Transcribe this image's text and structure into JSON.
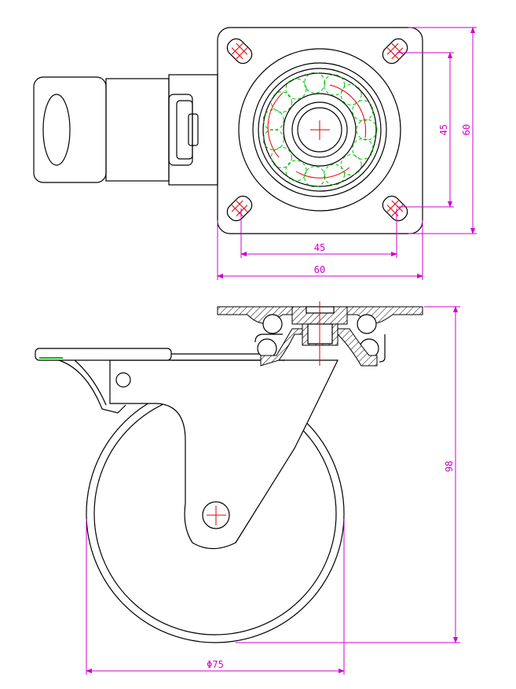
{
  "title": "Swivel caster with brake - technical drawing",
  "dimensions": {
    "top_view_vertical_hole_spacing": "45",
    "top_view_vertical_plate": "60",
    "top_view_horizontal_hole_spacing": "45",
    "top_view_horizontal_plate": "60",
    "side_view_height": "98",
    "wheel_diameter": "Φ75"
  },
  "colors": {
    "outline": "#000000",
    "dimension": "#d000d0",
    "centerline": "#e00000",
    "hidden": "#00c000"
  }
}
